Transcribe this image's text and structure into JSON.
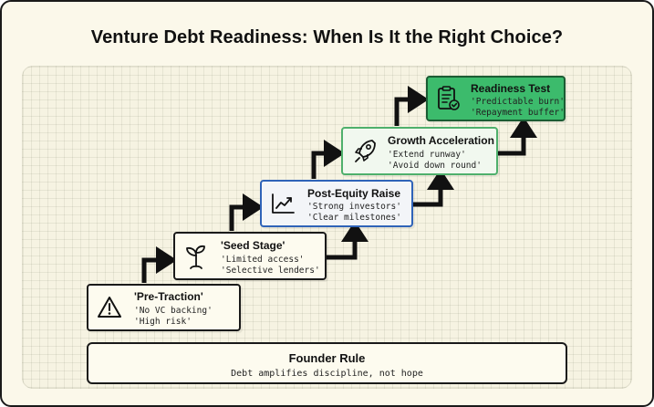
{
  "title": "Venture Debt Readiness: When Is It the Right Choice?",
  "colors": {
    "background": "#fbf8ea",
    "border": "#1a1a1a",
    "post_equity_border": "#2f63b8",
    "growth_border": "#4fb06c",
    "readiness_fill": "#3cbb6c"
  },
  "steps": [
    {
      "title": "'Pre-Traction'",
      "lines": [
        "'No VC backing'",
        "'High risk'"
      ],
      "icon": "warning-icon"
    },
    {
      "title": "'Seed Stage'",
      "lines": [
        "'Limited access'",
        "'Selective lenders'"
      ],
      "icon": "sprout-icon"
    },
    {
      "title": "Post-Equity Raise",
      "lines": [
        "'Strong investors'",
        "'Clear milestones'"
      ],
      "icon": "trend-chart-icon"
    },
    {
      "title": "Growth Acceleration",
      "lines": [
        "'Extend runway'",
        "'Avoid down round'"
      ],
      "icon": "rocket-icon"
    },
    {
      "title": "Readiness Test",
      "lines": [
        "'Predictable burn'",
        "'Repayment buffer'"
      ],
      "icon": "clipboard-check-icon"
    }
  ],
  "footer": {
    "title": "Founder Rule",
    "text": "Debt amplifies discipline, not hope"
  }
}
